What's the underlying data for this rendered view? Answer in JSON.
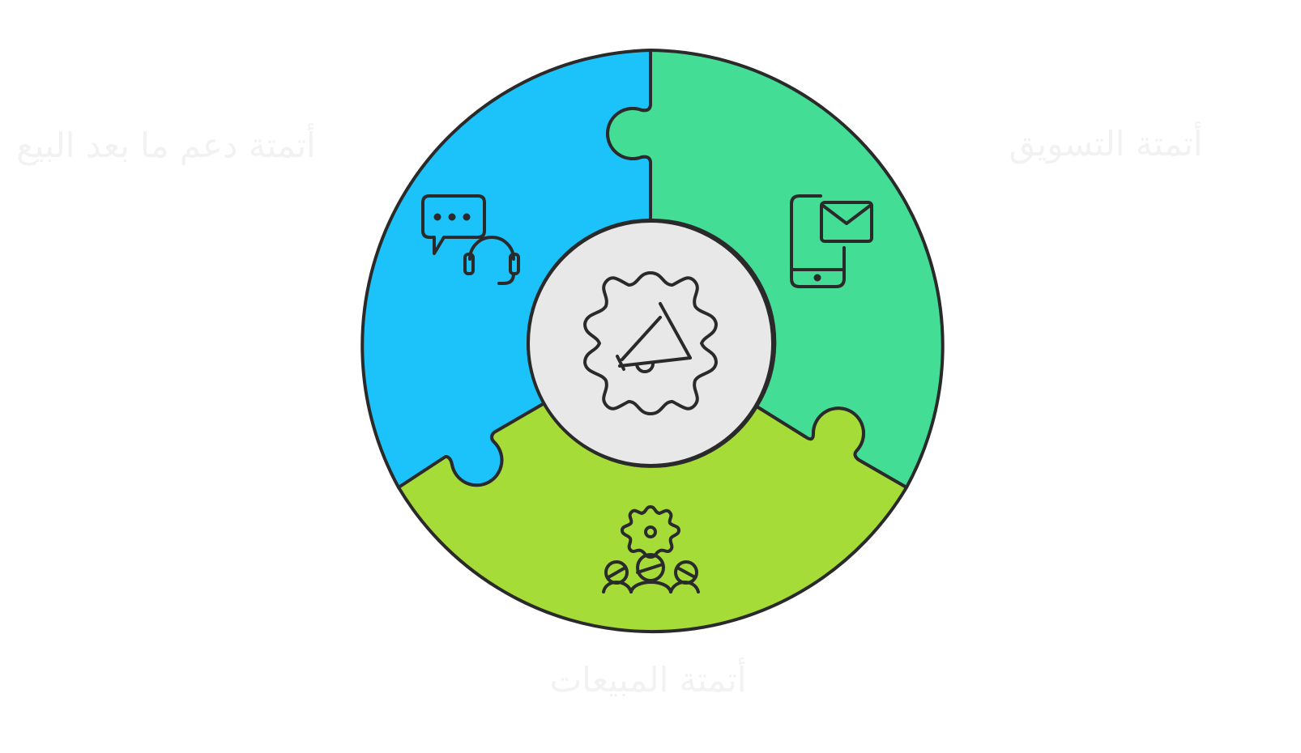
{
  "segments": [
    {
      "id": "post-sale-support",
      "label": "أتمتة دعم ما بعد البيع",
      "color": "#1cc3fb",
      "icon": "chat-headset-icon"
    },
    {
      "id": "marketing",
      "label": "أتمتة التسويق",
      "color": "#44dd95",
      "icon": "phone-mail-icon"
    },
    {
      "id": "sales",
      "label": "أتمتة المبيعات",
      "color": "#a6dc38",
      "icon": "team-gear-icon"
    }
  ],
  "center": {
    "color": "#e8e8e8",
    "icon": "gear-megaphone-icon"
  }
}
